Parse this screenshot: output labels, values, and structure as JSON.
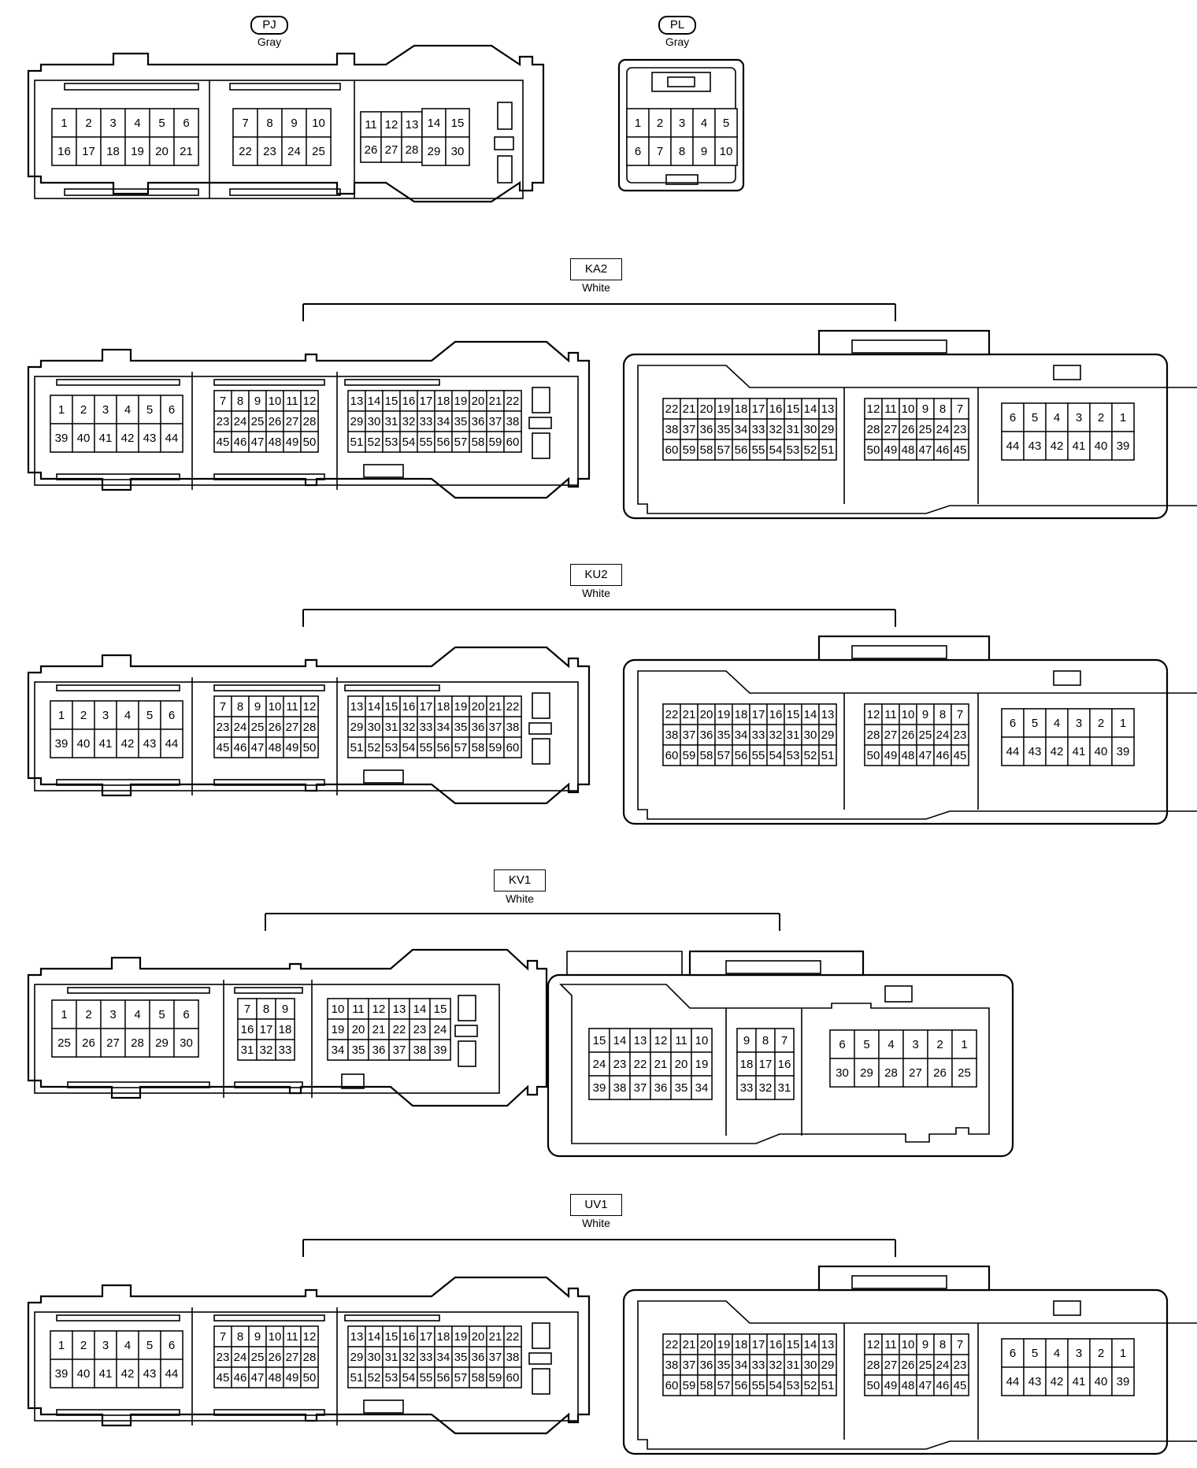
{
  "connectors": [
    {
      "code": "PJ",
      "color": "Gray",
      "style": "oval"
    },
    {
      "code": "PL",
      "color": "Gray",
      "style": "oval"
    },
    {
      "code": "KA2",
      "color": "White",
      "style": "box"
    },
    {
      "code": "KU2",
      "color": "White",
      "style": "box"
    },
    {
      "code": "KV1",
      "color": "White",
      "style": "box"
    },
    {
      "code": "UV1",
      "color": "White",
      "style": "box"
    }
  ],
  "pin_layouts": {
    "pj": [
      [
        [
          "1",
          "2",
          "3",
          "4",
          "5",
          "6"
        ],
        [
          "16",
          "17",
          "18",
          "19",
          "20",
          "21"
        ]
      ],
      [
        [
          "7",
          "8",
          "9",
          "10"
        ],
        [
          "22",
          "23",
          "24",
          "25"
        ]
      ],
      [
        [
          "11",
          "12",
          "13"
        ],
        [
          "26",
          "27",
          "28"
        ]
      ],
      [
        [
          "14",
          "15"
        ],
        [
          "29",
          "30"
        ]
      ]
    ],
    "pl": [
      [
        [
          "1",
          "2",
          "3",
          "4",
          "5"
        ],
        [
          "6",
          "7",
          "8",
          "9",
          "10"
        ]
      ]
    ],
    "male60": [
      [
        [
          "1",
          "2",
          "3",
          "4",
          "5",
          "6"
        ],
        [
          "39",
          "40",
          "41",
          "42",
          "43",
          "44"
        ]
      ],
      [
        [
          "7",
          "8",
          "9",
          "10",
          "11",
          "12"
        ],
        [
          "23",
          "24",
          "25",
          "26",
          "27",
          "28"
        ],
        [
          "45",
          "46",
          "47",
          "48",
          "49",
          "50"
        ]
      ],
      [
        [
          "13",
          "14",
          "15",
          "16",
          "17",
          "18",
          "19",
          "20",
          "21",
          "22"
        ],
        [
          "29",
          "30",
          "31",
          "32",
          "33",
          "34",
          "35",
          "36",
          "37",
          "38"
        ],
        [
          "51",
          "52",
          "53",
          "54",
          "55",
          "56",
          "57",
          "58",
          "59",
          "60"
        ]
      ]
    ],
    "female60": [
      [
        [
          "22",
          "21",
          "20",
          "19",
          "18",
          "17",
          "16",
          "15",
          "14",
          "13"
        ],
        [
          "38",
          "37",
          "36",
          "35",
          "34",
          "33",
          "32",
          "31",
          "30",
          "29"
        ],
        [
          "60",
          "59",
          "58",
          "57",
          "56",
          "55",
          "54",
          "53",
          "52",
          "51"
        ]
      ],
      [
        [
          "12",
          "11",
          "10",
          "9",
          "8",
          "7"
        ],
        [
          "28",
          "27",
          "26",
          "25",
          "24",
          "23"
        ],
        [
          "50",
          "49",
          "48",
          "47",
          "46",
          "45"
        ]
      ],
      [
        [
          "6",
          "5",
          "4",
          "3",
          "2",
          "1"
        ],
        [
          "44",
          "43",
          "42",
          "41",
          "40",
          "39"
        ]
      ]
    ],
    "male39": [
      [
        [
          "1",
          "2",
          "3",
          "4",
          "5",
          "6"
        ],
        [
          "25",
          "26",
          "27",
          "28",
          "29",
          "30"
        ]
      ],
      [
        [
          "7",
          "8",
          "9"
        ],
        [
          "16",
          "17",
          "18"
        ],
        [
          "31",
          "32",
          "33"
        ]
      ],
      [
        [
          "10",
          "11",
          "12",
          "13",
          "14",
          "15"
        ],
        [
          "19",
          "20",
          "21",
          "22",
          "23",
          "24"
        ],
        [
          "34",
          "35",
          "36",
          "37",
          "38",
          "39"
        ]
      ]
    ],
    "female39": [
      [
        [
          "15",
          "14",
          "13",
          "12",
          "11",
          "10"
        ],
        [
          "24",
          "23",
          "22",
          "21",
          "20",
          "19"
        ],
        [
          "39",
          "38",
          "37",
          "36",
          "35",
          "34"
        ]
      ],
      [
        [
          "9",
          "8",
          "7"
        ],
        [
          "18",
          "17",
          "16"
        ],
        [
          "33",
          "32",
          "31"
        ]
      ],
      [
        [
          "6",
          "5",
          "4",
          "3",
          "2",
          "1"
        ],
        [
          "30",
          "29",
          "28",
          "27",
          "26",
          "25"
        ]
      ]
    ]
  }
}
